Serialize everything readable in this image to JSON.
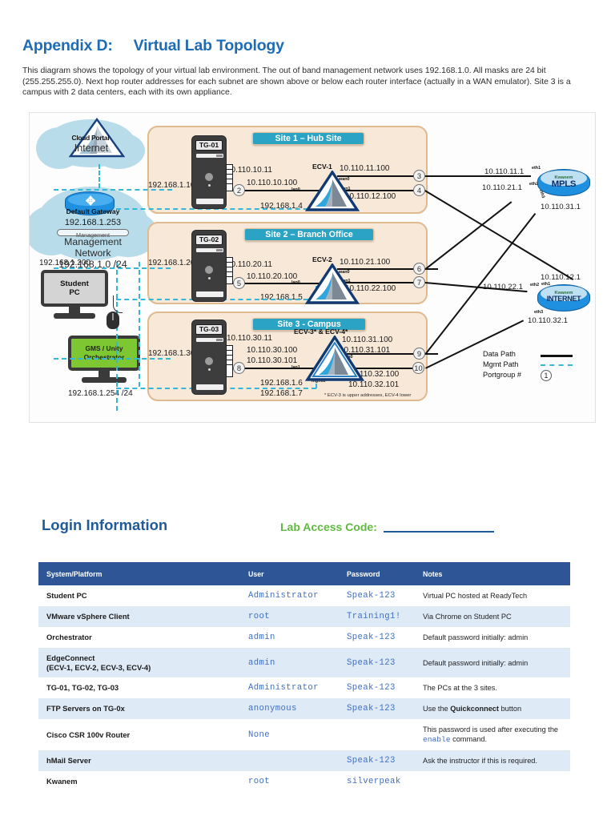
{
  "heading": {
    "appendix": "Appendix D:",
    "title": "Virtual Lab Topology",
    "intro": "This diagram shows the topology of your virtual lab environment. The out of band management network uses 192.168.1.0. All masks are 24 bit (255.255.255.0). Next hop router addresses for each subnet are shown above or below each router interface (actually in a WAN emulator). Site 3 is a campus with 2 data centers, each with its own appliance."
  },
  "colors": {
    "title_blue": "#1f6cb5",
    "site_banner": "#2aa3c4",
    "site_panel": "#f7e8d8",
    "site_border": "#e0b98e",
    "mgmt_path": "#35b7d8",
    "cloud_blue": "#b8dcea",
    "wan_cloud": "#1f90e0",
    "table_header": "#2e5596",
    "table_alt_row": "#dfeaf7",
    "mono_blue": "#3d6fc4",
    "lab_code_green": "#5fba3f",
    "orchestrator_green": "#7dc832"
  },
  "diagram": {
    "internet_cloud": {
      "label": "Internet",
      "overlay": "Cloud Portal"
    },
    "mgmt_cloud": {
      "gateway_label": "Default Gateway",
      "gateway_ip": "192.168.1.253",
      "pill": "Management",
      "name": "Management",
      "name2": "Network",
      "subnet": "192.168.1.0 /24"
    },
    "student_pc": {
      "label1": "Student",
      "label2": "PC",
      "ip": "192.168.1.200"
    },
    "orchestrator": {
      "label1": "GMS / Unity",
      "label2": "Orchestrator",
      "ip": "192.168.1.254 /24"
    },
    "sites": [
      {
        "banner": "Site 1 – Hub Site",
        "tower": "TG-01",
        "tower_mgmt_ip": "192.168.1.10",
        "lan_host_ip": "10.110.10.11",
        "lan_next_hop": "10.110.10.100",
        "ecv_name": "ECV-1",
        "ecv_mgmt_ip": "192.168.1.4",
        "wan0_ip": "10.110.11.100",
        "wan1_ip": "10.110.12.100",
        "if_lan": "lan0",
        "if_wan0": "wan0",
        "if_wan1": "wan1",
        "if_mgmt": "mgmt0",
        "pg_lan": "2",
        "pg_wan0": "3",
        "pg_wan1": "4"
      },
      {
        "banner": "Site 2 – Branch Office",
        "tower": "TG-02",
        "tower_mgmt_ip": "192.168.1.20",
        "lan_host_ip": "10.110.20.11",
        "lan_next_hop": "10.110.20.100",
        "ecv_name": "ECV-2",
        "ecv_mgmt_ip": "192.168.1.5",
        "wan0_ip": "10.110.21.100",
        "wan1_ip": "10.110.22.100",
        "if_lan": "lan0",
        "if_wan0": "wan0",
        "if_wan1": "wan1",
        "if_mgmt": "mgmt0",
        "pg_lan": "5",
        "pg_wan0": "6",
        "pg_wan1": "7"
      },
      {
        "banner": "Site 3 - Campus",
        "tower": "TG-03",
        "tower_mgmt_ip": "192.168.1.30",
        "lan_host_ip": "10.110.30.11",
        "lan_next_hop": "10.110.30.100",
        "lan_next_hop2": "10.110.30.101",
        "ecv_name": "ECV-3* & ECV-4*",
        "ecv_mgmt_ip": "192.168.1.6",
        "ecv_mgmt_ip2": "192.168.1.7",
        "wan0_ip": "10.110.31.100",
        "wan0_ip2": "10.110.31.101",
        "wan1_ip": "10.110.32.100",
        "wan1_ip2": "10.110.32.101",
        "if_lan": "lan1",
        "if_wan0": "wan0",
        "if_wan1": "wan1",
        "if_mgmt": "mgmt0",
        "pg_lan": "8",
        "pg_wan0": "9",
        "pg_wan1": "10",
        "footnote": "* ECV-3 is upper addresses, ECV-4 lower"
      }
    ],
    "mpls_cloud": {
      "sub": "Kwanem",
      "name": "MPLS",
      "eth1_ip": "10.110.11.1",
      "eth1": "eth1",
      "eth2_ip": "10.110.21.1",
      "eth2": "eth2",
      "eth3_ip": "10.110.31.1",
      "eth3": "eth3"
    },
    "internet_wan_cloud": {
      "sub": "Kwanem",
      "name": "INTERNET",
      "eth1_ip": "10.110.12.1",
      "eth1": "eth1",
      "eth2_ip": "10.110.22.1",
      "eth2": "eth2",
      "eth3_ip": "10.110.32.1",
      "eth3": "eth3"
    },
    "legend": {
      "data_path": "Data Path",
      "mgmt_path": "Mgmt Path",
      "portgroup": "Portgroup #",
      "portgroup_sample": "1"
    }
  },
  "login": {
    "title": "Login Information",
    "lab_access_code_label": "Lab Access Code:",
    "columns": [
      "System/Platform",
      "User",
      "Password",
      "Notes"
    ],
    "rows": [
      {
        "system": "Student PC",
        "user": "Administrator",
        "password": "Speak-123",
        "notes": "Virtual PC hosted at ReadyTech"
      },
      {
        "system": "VMware vSphere Client",
        "user": "root",
        "password": "Training1!",
        "notes": "Via Chrome on Student PC"
      },
      {
        "system": "Orchestrator",
        "user": "admin",
        "password": "Speak-123",
        "notes": "Default password initially: admin"
      },
      {
        "system": "EdgeConnect\n(ECV-1, ECV-2, ECV-3, ECV-4)",
        "user": "admin",
        "password": "Speak-123",
        "notes": "Default password initially: admin"
      },
      {
        "system": "TG-01, TG-02, TG-03",
        "user": "Administrator",
        "password": "Speak-123",
        "notes": "The PCs at the 3 sites."
      },
      {
        "system": "FTP Servers on TG-0x",
        "user": "anonymous",
        "password": "Speak-123",
        "notes": "Use the Quickconnect button",
        "notes_bold": "Quickconnect"
      },
      {
        "system": "Cisco CSR 100v Router",
        "user": "None",
        "password": "",
        "notes": "This password is used after executing the enable command.",
        "notes_code": "enable"
      },
      {
        "system": "hMail Server",
        "user": "",
        "password": "Speak-123",
        "notes": "Ask the instructor if this is required."
      },
      {
        "system": "Kwanem",
        "user": "root",
        "password": "silverpeak",
        "notes": ""
      }
    ]
  }
}
